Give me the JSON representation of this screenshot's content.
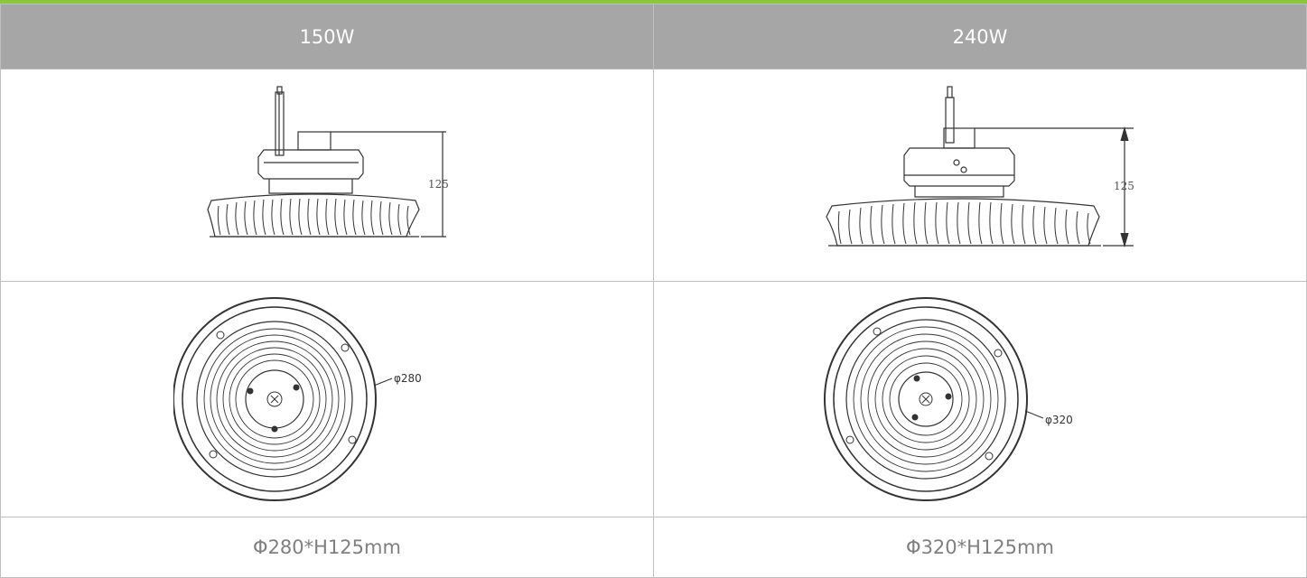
{
  "header": {
    "col1": "150W",
    "col2": "240W"
  },
  "side_view": {
    "col1_height_label": "125",
    "col2_height_label": "125"
  },
  "top_view": {
    "col1_diameter_label": "φ280",
    "col2_diameter_label": "φ320"
  },
  "dimensions": {
    "col1": "Φ280*H125mm",
    "col2": "Φ320*H125mm"
  },
  "colors": {
    "accent": "#8cc63f",
    "header_bg": "#a6a6a6",
    "border": "#bfbfbf"
  }
}
